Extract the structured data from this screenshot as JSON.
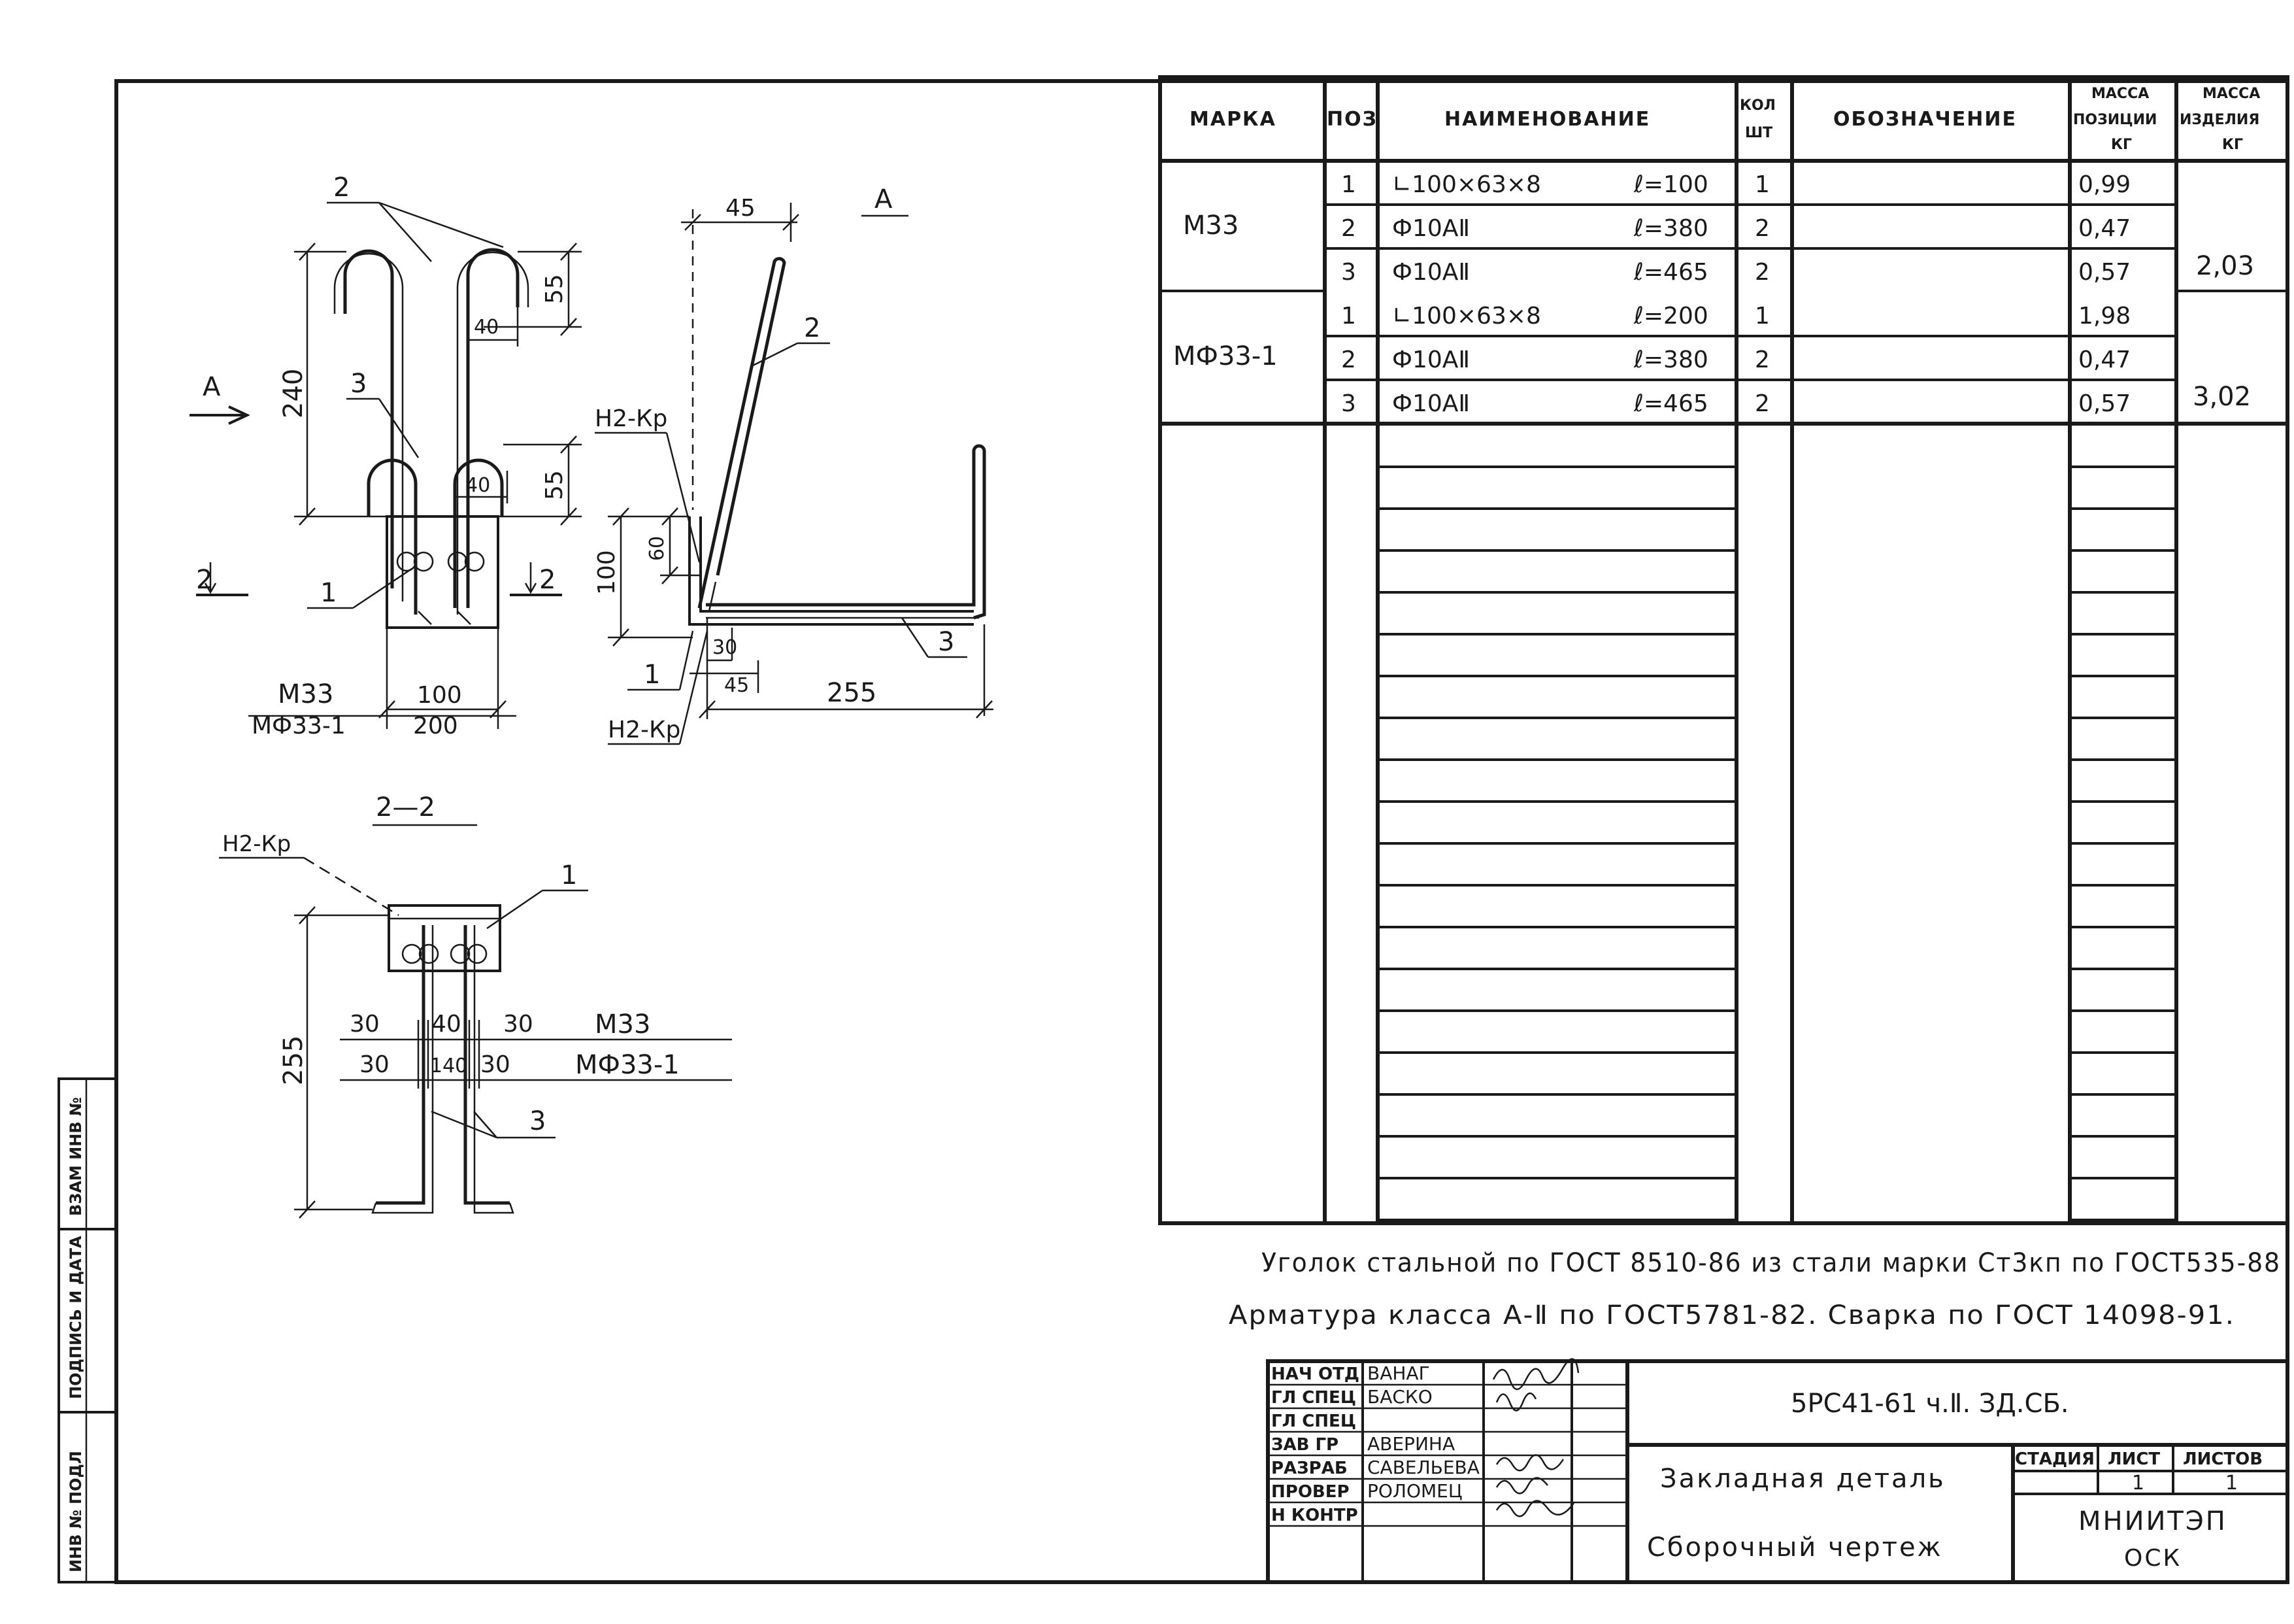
{
  "views": {
    "front": {
      "label_leader_2": "2",
      "label_leader_3": "3",
      "label_leader_1": "1",
      "dim_240": "240",
      "dim_55_top": "55",
      "dim_55_bot": "55",
      "dim_40_top": "40",
      "dim_40_bot": "40",
      "view_arrow_A": "А",
      "section_mark_left": "2",
      "section_mark_right": "2",
      "dim_100": "100",
      "dim_200": "200",
      "mark_m33": "М33",
      "mark_mf33": "МФ33-1"
    },
    "side": {
      "title": "А",
      "dim_45_top": "45",
      "label_leader_2": "2",
      "weld_top": "Н2-Кр",
      "dim_100": "100",
      "dim_60": "60",
      "label_leader_1": "1",
      "label_leader_3": "3",
      "dim_30": "30",
      "dim_45_bot": "45",
      "dim_255": "255",
      "weld_bottom": "Н2-Кр"
    },
    "section": {
      "title": "2—2",
      "weld": "Н2-Кр",
      "label_leader_1": "1",
      "dim_255": "255",
      "row1": [
        "30",
        "40",
        "30"
      ],
      "row2": [
        "30",
        "140",
        "30"
      ],
      "mark_m33": "М33",
      "mark_mf33": "МФ33-1",
      "label_leader_3": "3"
    }
  },
  "spec": {
    "headers": {
      "marka": "МАРКА",
      "poz": "ПОЗ",
      "name": "НАИМЕНОВАНИЕ",
      "qty_1": "КОЛ",
      "qty_2": "ШТ",
      "designation": "ОБОЗНАЧЕНИЕ",
      "mass_pos_1": "МАССА",
      "mass_pos_2": "ПОЗИЦИИ",
      "mass_pos_3": "КГ",
      "mass_item_1": "МАССА",
      "mass_item_2": "ИЗДЕЛИЯ",
      "mass_item_3": "КГ"
    },
    "groups": [
      {
        "marka": "М33",
        "mass_item": "2,03",
        "rows": [
          {
            "poz": "1",
            "name": "∟100×63×8",
            "len": "ℓ=100",
            "qty": "1",
            "mass": "0,99"
          },
          {
            "poz": "2",
            "name": "Ф10АⅡ",
            "len": "ℓ=380",
            "qty": "2",
            "mass": "0,47"
          },
          {
            "poz": "3",
            "name": "Ф10АⅡ",
            "len": "ℓ=465",
            "qty": "2",
            "mass": "0,57"
          }
        ]
      },
      {
        "marka": "МФ33-1",
        "mass_item": "3,02",
        "rows": [
          {
            "poz": "1",
            "name": "∟100×63×8",
            "len": "ℓ=200",
            "qty": "1",
            "mass": "1,98"
          },
          {
            "poz": "2",
            "name": "Ф10АⅡ",
            "len": "ℓ=380",
            "qty": "2",
            "mass": "0,47"
          },
          {
            "poz": "3",
            "name": "Ф10АⅡ",
            "len": "ℓ=465",
            "qty": "2",
            "mass": "0,57"
          }
        ]
      }
    ]
  },
  "notes": {
    "line1": "Уголок стальной по ГОСТ 8510-86 из стали марки Ст3кп по ГОСТ535-88",
    "line2": "Арматура класса А-Ⅱ по ГОСТ5781-82. Сварка по ГОСТ 14098-91."
  },
  "title_block": {
    "roles": [
      "НАЧ ОТД",
      "ГЛ СПЕЦ",
      "ГЛ СПЕЦ",
      "ЗАВ ГР",
      "РАЗРАБ",
      "ПРОВЕР",
      "Н КОНТР"
    ],
    "names": [
      "ВАНАГ",
      "БАСКО",
      "",
      "АВЕРИНА",
      "САВЕЛЬЕВА",
      "РОЛОМЕЦ",
      ""
    ],
    "code": "5РС41-61 ч.Ⅱ. ЗД.СБ.",
    "title_1": "Закладная деталь",
    "title_2": "Сборочный чертеж",
    "stage_label": "СТАДИЯ",
    "sheet_label": "ЛИСТ",
    "sheets_label": "ЛИСТОВ",
    "stage_val": "",
    "sheet_val": "1",
    "sheets_val": "1",
    "org_1": "МНИИТЭП",
    "org_2": "ОСК"
  },
  "side_stamp": {
    "inv": "ИНВ № ПОДЛ",
    "sign": "ПОДПИСЬ И ДАТА",
    "swap": "ВЗАМ ИНВ №"
  }
}
